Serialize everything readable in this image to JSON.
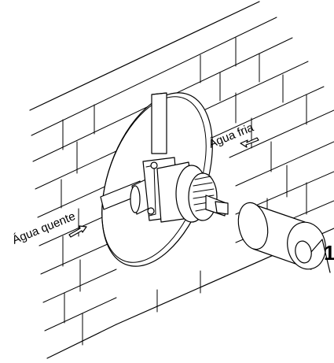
{
  "labels": {
    "hot_water": "Água quente",
    "cold_water": "Água fria",
    "callout": "1"
  },
  "icons": {
    "hot_arrow": "inlet-arrow-icon",
    "cold_arrow": "inlet-arrow-icon"
  },
  "colors": {
    "line": "#000000",
    "background": "#ffffff"
  }
}
